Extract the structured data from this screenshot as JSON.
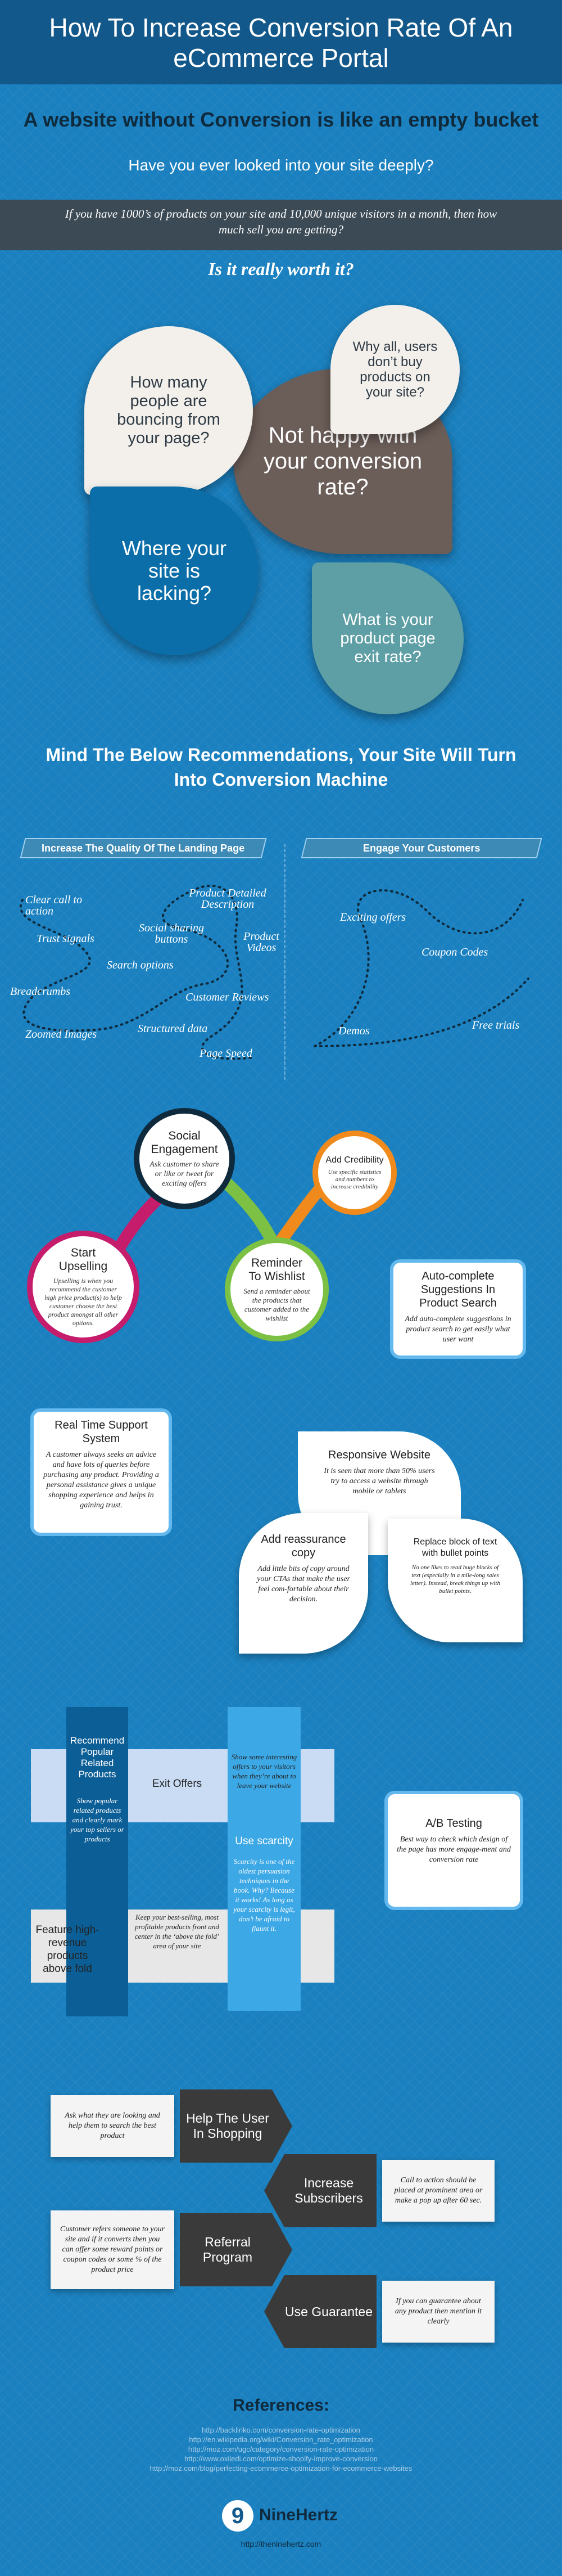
{
  "header": {
    "title": "How To Increase Conversion Rate Of An eCommerce Portal",
    "subtitle": "A website without Conversion is like an empty bucket",
    "question": "Have you ever looked into your site deeply?",
    "band_text": "If you have 1000’s of products on your site and 10,000 unique visitors in a month, then how much sell you are getting?",
    "worth": "Is it really worth it?"
  },
  "bubbles": {
    "bouncing": "How many people are bouncing from your page?",
    "dont_buy": "Why all, users don’t buy products on your site?",
    "not_happy": "Not happy with your conversion rate?",
    "lacking": "Where your site is lacking?",
    "exit_rate": "What is your product page exit rate?"
  },
  "recommend_heading": "Mind The Below Recommendations, Your Site Will Turn Into Conversion Machine",
  "landing": {
    "ribbon": "Increase The Quality Of The Landing Page",
    "labels": [
      "Clear call to action",
      "Trust signals",
      "Product Detailed Description",
      "Social sharing buttons",
      "Product Videos",
      "Search options",
      "Breadcrumbs",
      "Customer Reviews",
      "Zoomed Images",
      "Structured data",
      "Page Speed"
    ]
  },
  "engage": {
    "ribbon": "Engage Your Customers",
    "labels": [
      "Exciting offers",
      "Coupon Codes",
      "Demos",
      "Free trials"
    ]
  },
  "circles": {
    "social": {
      "title": "Social Engagement",
      "text": "Ask customer to share or like or tweet for exciting offers"
    },
    "credibility": {
      "title": "Add Credibility",
      "text": "Use specific statistics and numbers to increase credibility"
    },
    "upselling": {
      "title": "Start Upselling",
      "text": "Upselling is when you recommend the customer high price product(s) to help customer choose the best product amongst all other options."
    },
    "reminder": {
      "title": "Reminder To Wishlist",
      "text": "Send a reminder about the products that customer added to the wishlist"
    }
  },
  "autocomplete": {
    "title": "Auto-complete Suggestions In Product Search",
    "text": "Add auto-complete suggestions in product search to get easily what user want"
  },
  "support": {
    "title": "Real Time Support System",
    "text": "A customer always seeks an advice and have lots of queries before purchasing any product. Providing a personal assistance gives a unique shopping experience and helps in gaining trust."
  },
  "responsive": {
    "title": "Responsive Website",
    "text": "It is seen that more than 50% users try to access a website through mobile or tablets"
  },
  "reassurance": {
    "title": "Add reassurance copy",
    "text": "Add little bits of copy around your CTAs that make the user feel com-fortable about their decision."
  },
  "bullets": {
    "title": "Replace block of text with bullet points",
    "text": "No one likes to read huge blocks of text (especially in a mile-long sales letter). Instead, break things up with bullet points."
  },
  "cross": {
    "related": {
      "title": "Recommend Popular Related Products",
      "text": "Show popular related products and clearly mark your top sellers or products"
    },
    "exit": {
      "title": "Exit Offers",
      "text": "Show some interesting offers to your visitors when they’re about to leave your website"
    },
    "scarcity": {
      "title": "Use scarcity",
      "text": "Scarcity is one of the oldest persuasion techniques in the book. Why? Because it works! As long as your scarcity is legit, don’t be afraid to flaunt it."
    },
    "feature": {
      "title": "Feature high-revenue products above fold",
      "text": "Keep your best-selling, most profitable products front and center in the ‘above the fold’ area of your site"
    }
  },
  "ab": {
    "title": "A/B Testing",
    "text": "Best way to check which design of the page has more engage-ment and conversion rate"
  },
  "arrows": {
    "help": {
      "title": "Help The User In Shopping",
      "note": "Ask what they are looking and help them to search the best product"
    },
    "subscribers": {
      "title": "Increase Subscribers",
      "note": "Call to action should be placed at prominent area or make a pop up after 60 sec."
    },
    "referral": {
      "title": "Referral Program",
      "note": "Customer refers someone to your site and if it converts then you can offer some reward points or coupon codes or some % of the product price"
    },
    "guarantee": {
      "title": "Use Guarantee",
      "note": "If you can guarantee about any product then mention it clearly"
    }
  },
  "references": {
    "title": "References:",
    "links": [
      "http://backlinko.com/conversion-rate-optimization",
      "http://en.wikipedia.org/wiki/Conversion_rate_optimization",
      "http://moz.com/ugc/category/conversion-rate-optimization",
      "http://www.oxiledi.com/optimize-shopify-improve-conversion",
      "http://moz.com/blog/perfecting-ecommerce-optimization-for-ecommerce-websites"
    ]
  },
  "footer": {
    "logo_num": "9",
    "logo_name": "NineHertz",
    "url": "http://theninehertz.com"
  },
  "colors": {
    "bg": "#1a80bf",
    "dark": "#13588a",
    "accent_orange": "#f08a1c",
    "accent_green": "#7cc143",
    "accent_pink": "#c51c6b"
  }
}
